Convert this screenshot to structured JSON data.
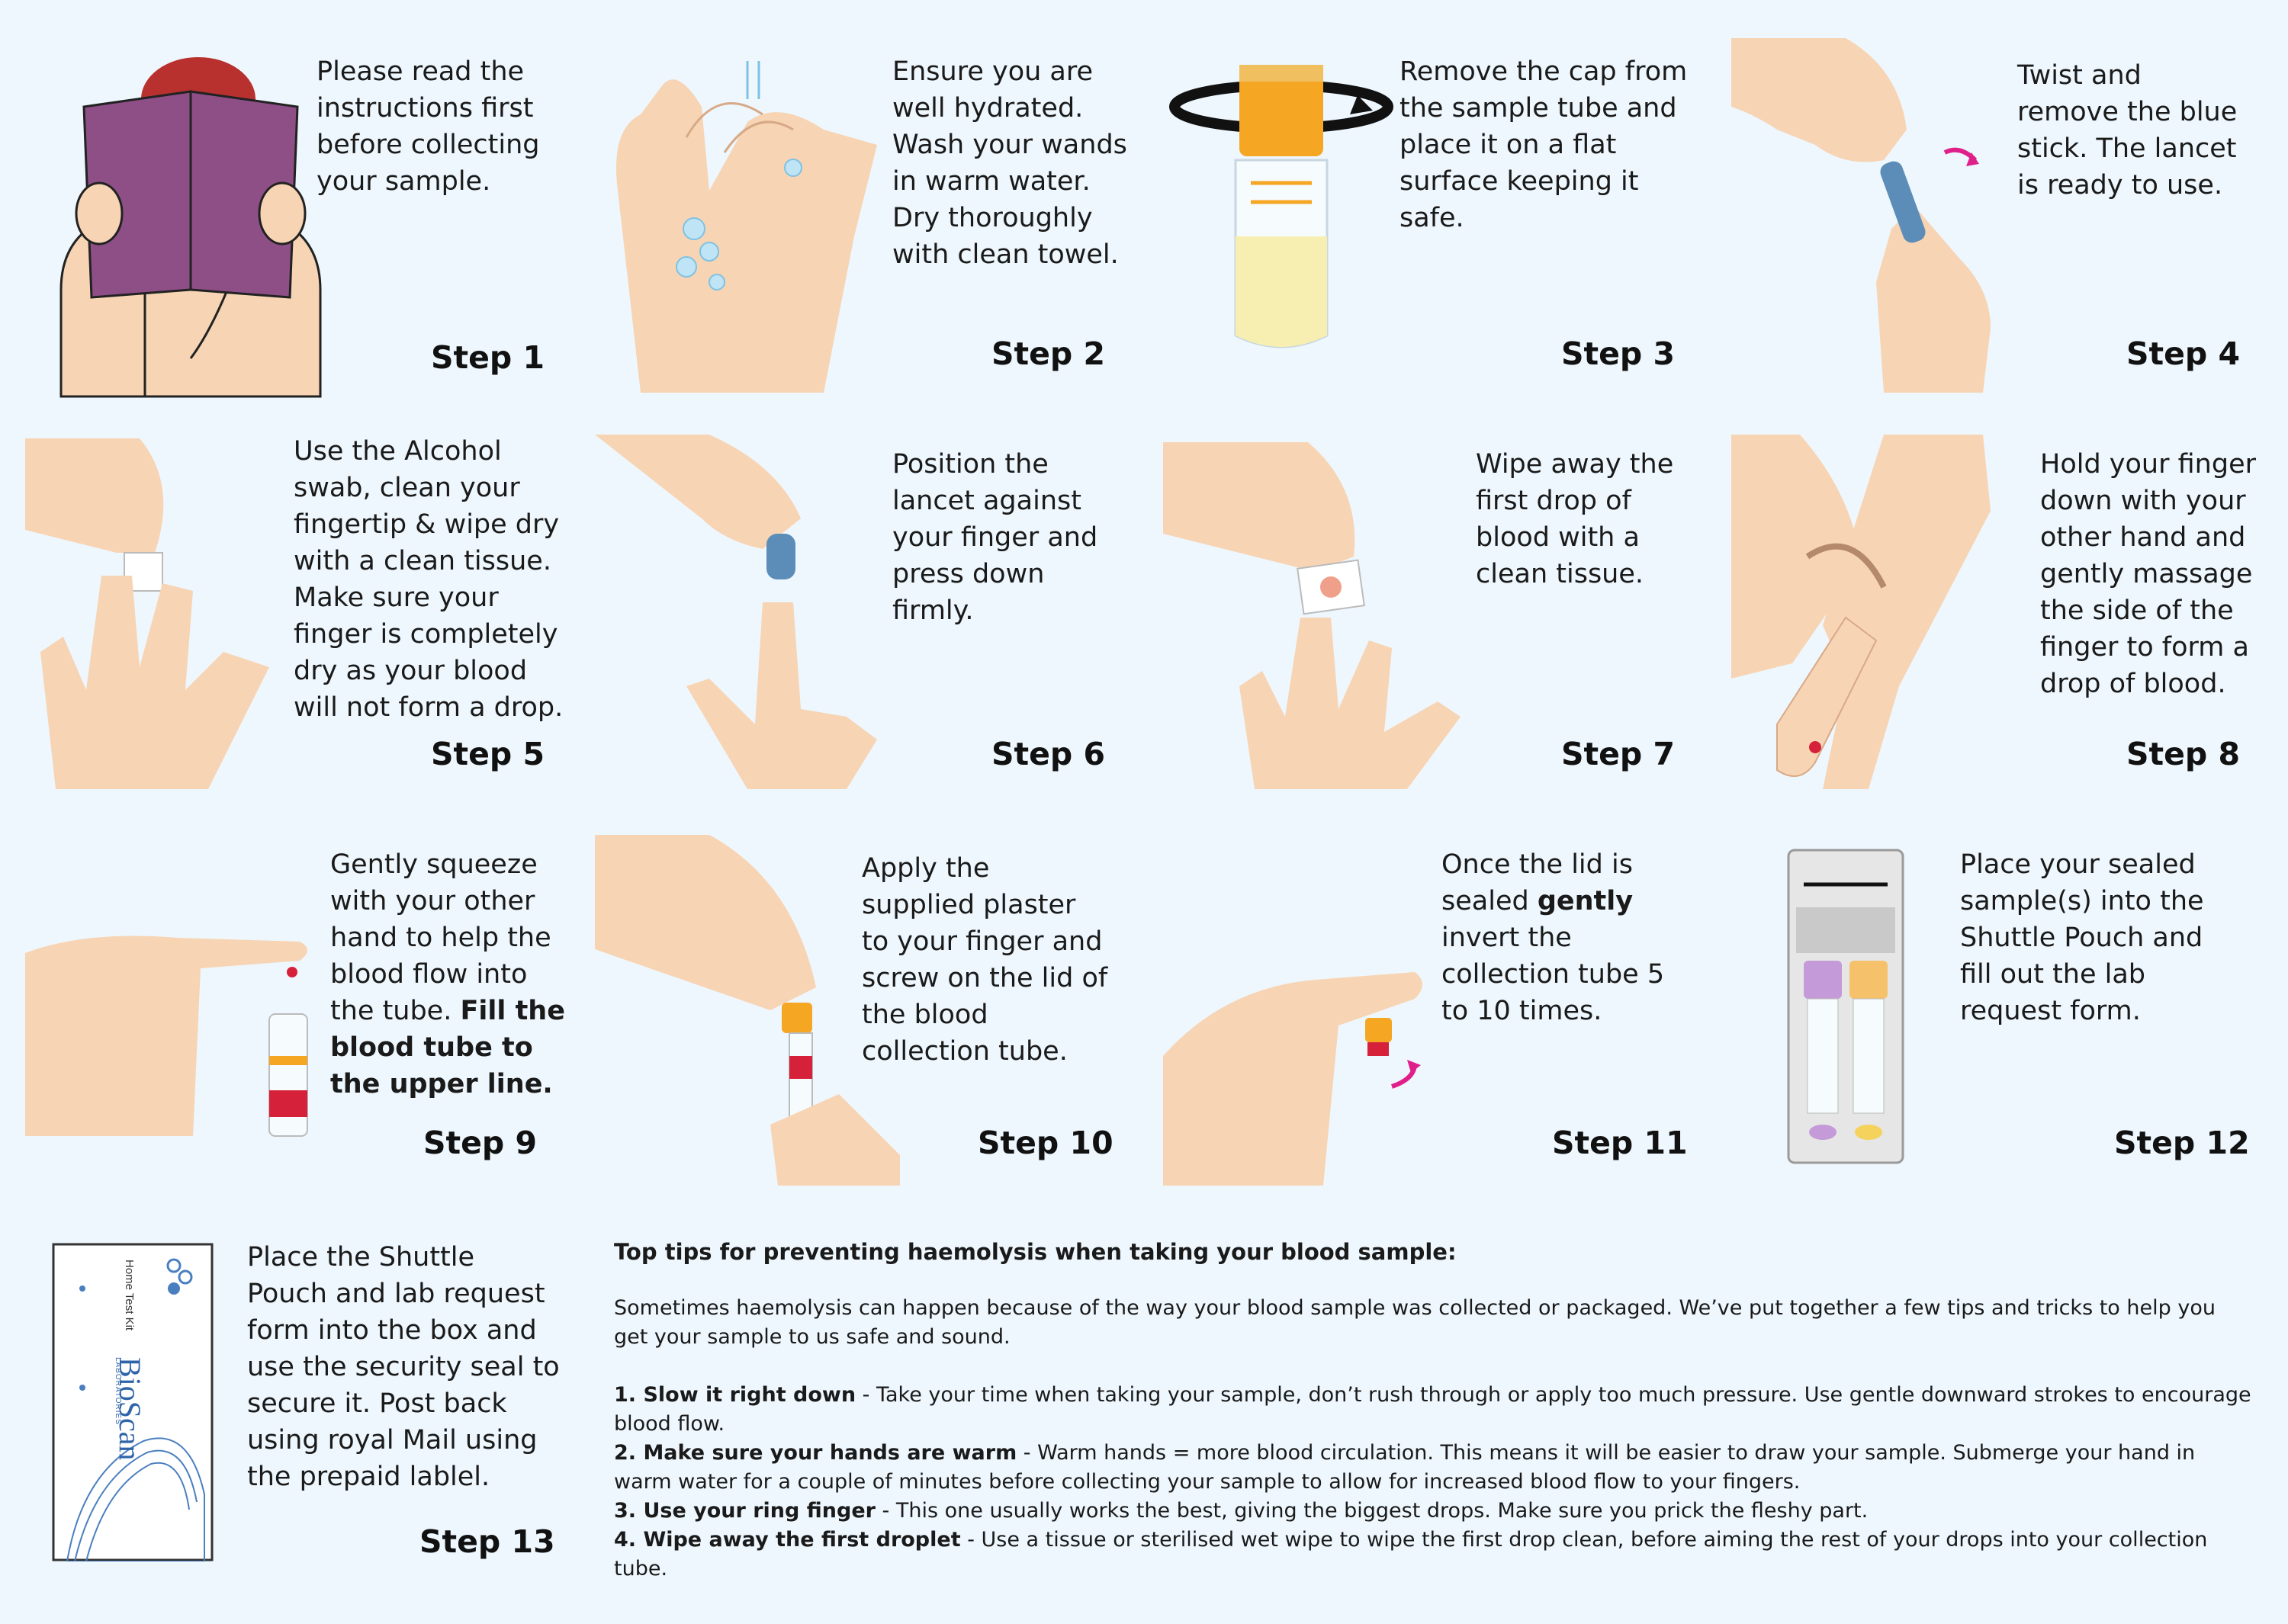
{
  "steps": [
    {
      "label": "Step 1",
      "lines": [
        "Please read the",
        "instructions first",
        "before collecting",
        "your sample."
      ]
    },
    {
      "label": "Step 2",
      "lines": [
        "Ensure you are",
        "well hydrated.",
        "Wash your wands",
        "in warm water.",
        "Dry thoroughly",
        "with clean towel."
      ]
    },
    {
      "label": "Step 3",
      "lines": [
        "Remove the cap from",
        "the sample tube and",
        "place it on a flat",
        "surface keeping it",
        "safe."
      ]
    },
    {
      "label": "Step 4",
      "lines": [
        "Twist and",
        "remove the blue",
        "stick. The lancet",
        "is ready to use."
      ]
    },
    {
      "label": "Step 5",
      "lines": [
        "Use the Alcohol",
        "swab, clean your",
        "fingertip & wipe dry",
        "with a clean tissue.",
        "Make sure your",
        "finger is completely",
        "dry as your blood",
        "will not form a drop."
      ]
    },
    {
      "label": "Step 6",
      "lines": [
        "Position the",
        "lancet against",
        "your finger and",
        "press down",
        "firmly."
      ]
    },
    {
      "label": "Step 7",
      "lines": [
        "Wipe away the",
        "first drop of",
        "blood with a",
        "clean tissue."
      ]
    },
    {
      "label": "Step 8",
      "lines": [
        "Hold your finger",
        "down with your",
        "other hand and",
        "gently massage",
        "the side of the",
        "finger to form a",
        "drop of blood."
      ]
    },
    {
      "label": "Step 9",
      "lines": [
        "Gently squeeze",
        "with your other",
        "hand to help the",
        "blood flow into"
      ],
      "line5": "the tube. ",
      "line5_bold": "Fill the",
      "bold_lines": [
        "blood tube to",
        "the upper line."
      ]
    },
    {
      "label": "Step 10",
      "lines": [
        "Apply the",
        "supplied plaster",
        "to your finger and",
        "screw on the lid of",
        "the blood",
        "collection tube."
      ]
    },
    {
      "label": "Step 11",
      "line1": "Once the lid is",
      "line2": "sealed ",
      "line2_bold": "gently",
      "lines": [
        "invert the",
        "collection tube 5",
        "to 10 times."
      ]
    },
    {
      "label": "Step 12",
      "lines": [
        "Place your sealed",
        "sample(s) into the",
        "Shuttle Pouch and",
        "fill out the lab",
        "request form."
      ]
    },
    {
      "label": "Step 13",
      "lines": [
        "Place the Shuttle",
        "Pouch and lab request",
        "form into the box and",
        "use the security seal to",
        "secure it. Post back",
        "using royal Mail using",
        "the prepaid lablel."
      ]
    }
  ],
  "box": {
    "brand": "BioScan",
    "sub": "LABORATORIES",
    "kit": "Home Test Kit"
  },
  "tips": {
    "heading": "Top tips for preventing haemolysis when taking your blood sample:",
    "intro": "Sometimes haemolysis can happen because of the way your blood sample was collected or packaged. We’ve put together a few tips and tricks to help you get your sample to us safe and sound.",
    "items": [
      {
        "title": "1. Slow it right down",
        "text": " - Take your time when taking your sample, don’t rush through or apply too much pressure. Use gentle downward strokes to encourage blood flow."
      },
      {
        "title": "2. Make sure your hands are warm",
        "text": " - Warm hands = more blood circulation. This means it will be easier to draw your sample. Submerge your hand in warm water for a couple of minutes before collecting your sample to allow for increased blood flow to your fingers."
      },
      {
        "title": "3. Use your ring finger",
        "text": " - This one usually works the best, giving the biggest drops. Make sure you prick the fleshy part."
      },
      {
        "title": "4. Wipe away the first droplet",
        "text": " - Use a tissue or sterilised wet wipe to wipe the first drop clean, before aiming the rest of your drops into your collection tube."
      }
    ]
  },
  "colors": {
    "background": "#eef7fd",
    "skin": "#f7d4b4",
    "book": "#8e4f86",
    "cap": "#f5a623",
    "blood": "#d6213a",
    "magenta": "#e0208a"
  }
}
